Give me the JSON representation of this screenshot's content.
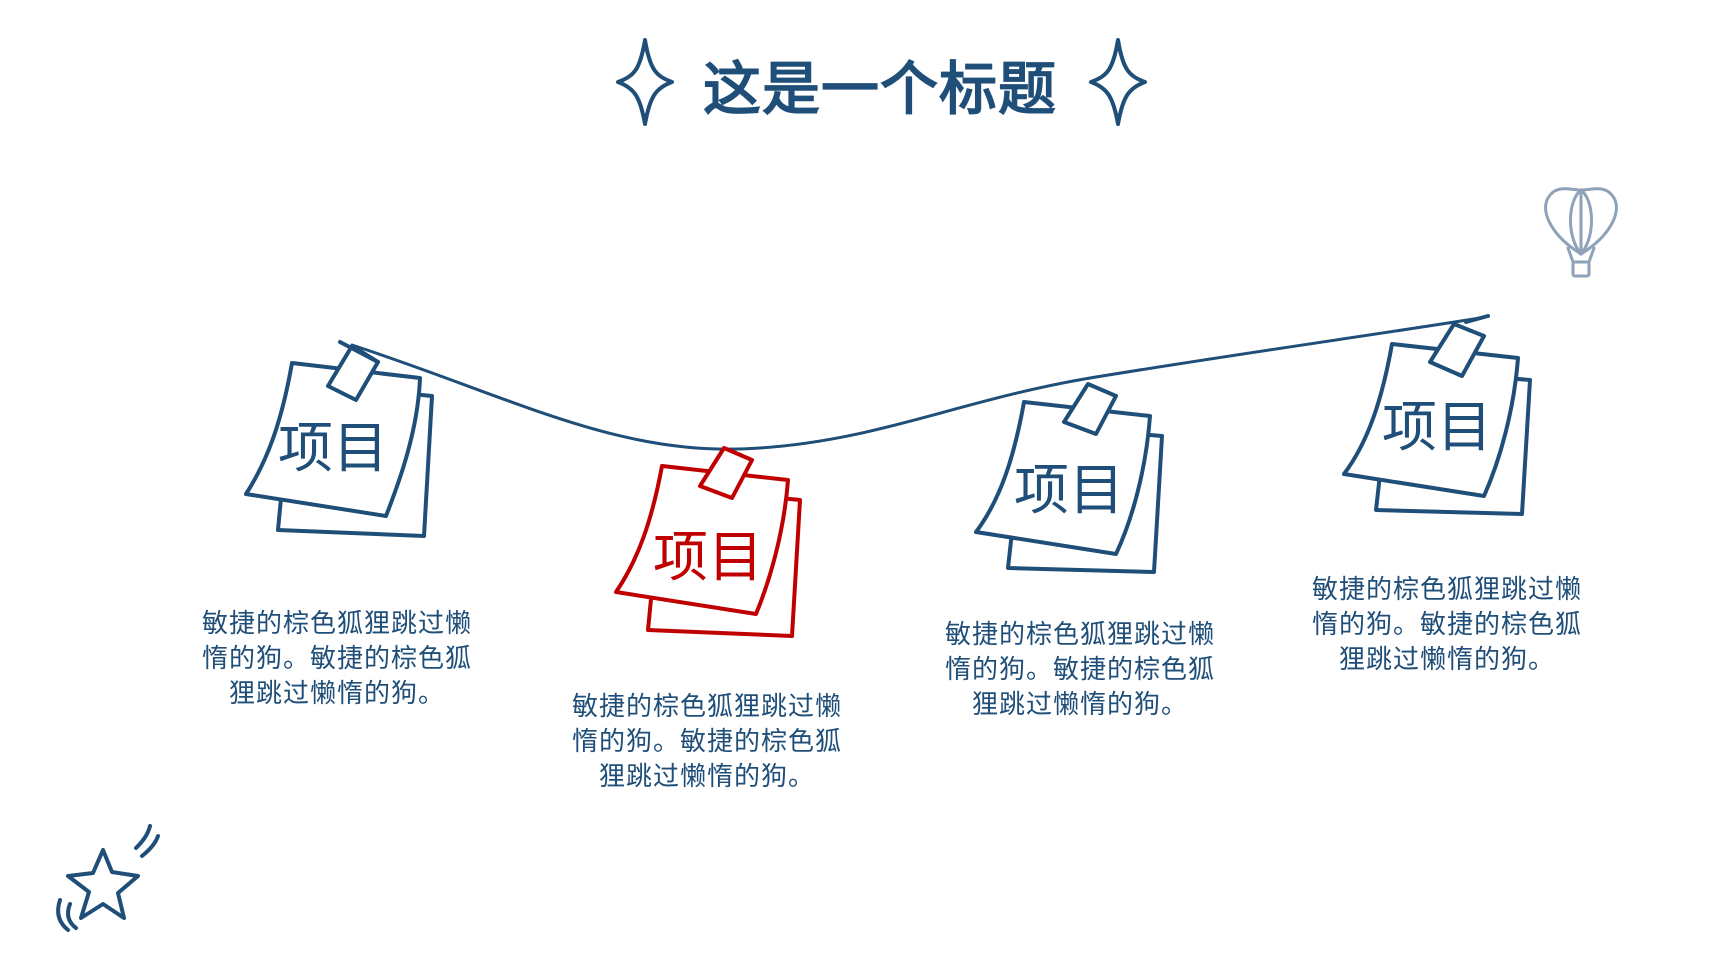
{
  "title": "这是一个标题",
  "colors": {
    "primary": "#1f4e79",
    "highlight": "#c00000",
    "balloon": "#8ea2b8"
  },
  "icons": {
    "title_left": "sparkle-icon",
    "title_right": "sparkle-icon",
    "corner": "star-icon",
    "top_right": "hot-air-balloon-icon"
  },
  "items": [
    {
      "label": "项目",
      "description": "敏捷的棕色狐狸跳过懒惰的狗。敏捷的棕色狐狸跳过懒惰的狗。",
      "highlighted": false
    },
    {
      "label": "项目",
      "description": "敏捷的棕色狐狸跳过懒惰的狗。敏捷的棕色狐狸跳过懒惰的狗。",
      "highlighted": true
    },
    {
      "label": "项目",
      "description": "敏捷的棕色狐狸跳过懒惰的狗。敏捷的棕色狐狸跳过懒惰的狗。",
      "highlighted": false
    },
    {
      "label": "项目",
      "description": "敏捷的棕色狐狸跳过懒惰的狗。敏捷的棕色狐狸跳过懒惰的狗。",
      "highlighted": false
    }
  ]
}
